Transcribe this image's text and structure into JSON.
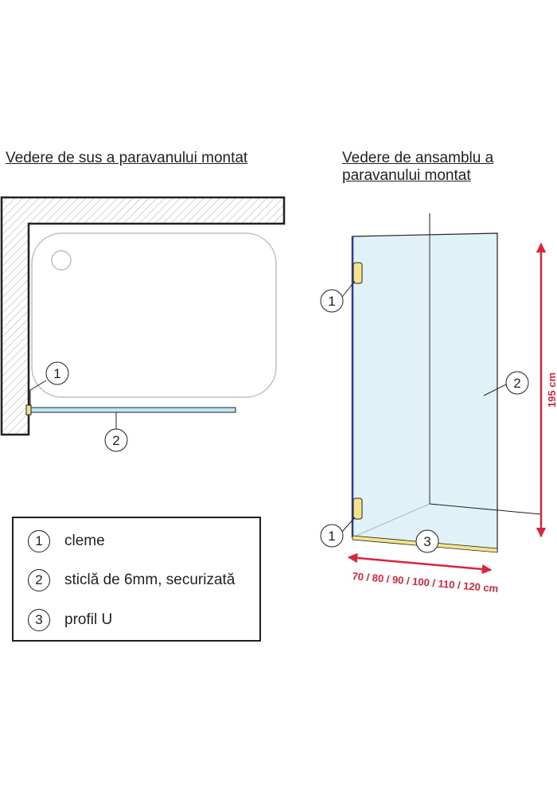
{
  "top_view": {
    "title": "Vedere de sus a paravanului montat",
    "callouts": [
      "1",
      "2"
    ]
  },
  "assembly_view": {
    "title_line1": "Vedere de ansamblu a",
    "title_line2": "paravanului montat",
    "callouts": [
      "1",
      "1",
      "2",
      "3"
    ],
    "height_label": "195 cm",
    "width_label": "70 / 80 / 90 / 100 / 110 / 120 cm"
  },
  "legend": [
    {
      "num": "1",
      "label": "cleme"
    },
    {
      "num": "2",
      "label": "sticlă de 6mm, securizată"
    },
    {
      "num": "3",
      "label": "profil U"
    }
  ],
  "colors": {
    "dimension": "#d7263d",
    "glass": "#d6edf6",
    "profile": "#f3e48a",
    "wall_hatch": "#b5b5b5",
    "outline": "#231f20"
  }
}
